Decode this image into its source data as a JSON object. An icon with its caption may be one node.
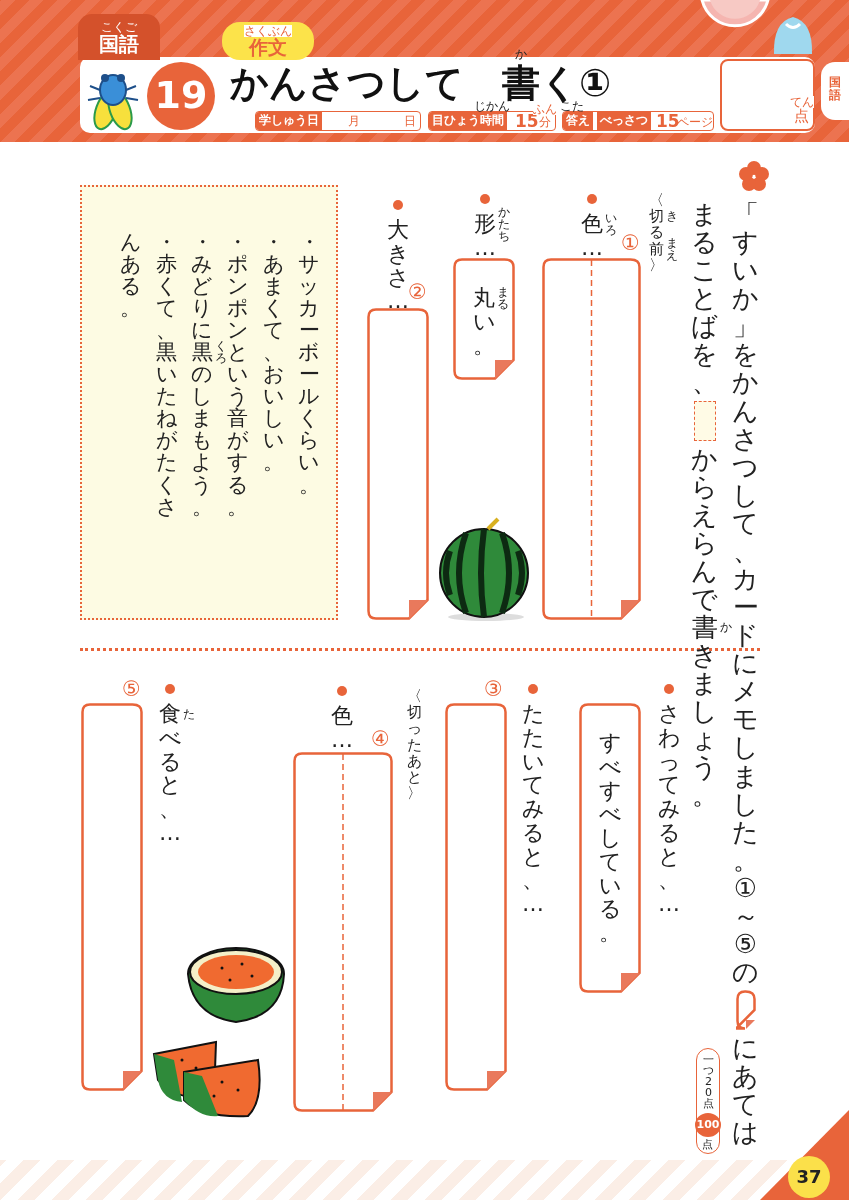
{
  "diagram": {
    "title": "かんさつして　書く①",
    "nodes": [
      {
        "text": [
          "国語"
        ]
      },
      {
        "text": [
          "作文"
        ]
      },
      {
        "text": [
          "19"
        ]
      },
      {
        "text": [
          "学しゅう日",
          "月",
          "日"
        ]
      },
      {
        "text": [
          "目ひょう時間",
          "15",
          "分"
        ]
      },
      {
        "text": [
          "答え",
          "べっさつ",
          "15",
          "ページ"
        ]
      },
      {
        "text": [
          "点"
        ]
      },
      {
        "text": [
          "国語"
        ]
      },
      {
        "text": [],
        "shape": "box",
        "beside": [
          "色…",
          "①"
        ]
      },
      {
        "text": [
          "丸い。"
        ],
        "beside": [
          "形…"
        ]
      },
      {
        "text": [],
        "shape": "box",
        "beside": [
          "大きさ…",
          "②"
        ]
      },
      {
        "text": [
          "・サッカーボールくらい。",
          "・あまくて、おいしい。",
          "・ポンポンという音がする。",
          "・みどりに黒のしまもよう。",
          "・赤くて、黒いたねがたくさんある。"
        ]
      },
      {
        "text": [
          "すべすべしている。"
        ],
        "beside": [
          "さわってみると、…"
        ]
      },
      {
        "text": [],
        "shape": "box",
        "beside": [
          "たたいてみると、…",
          "③"
        ]
      },
      {
        "text": [],
        "shape": "box",
        "beside": [
          "色…",
          "④"
        ]
      },
      {
        "text": [],
        "shape": "box",
        "beside": [
          "食べると、…",
          "⑤"
        ]
      },
      {
        "text": [
          "一つ20点",
          "100",
          "点"
        ]
      },
      {
        "text": [
          "37"
        ]
      }
    ],
    "labels": [
      "こくご",
      "さくぶん",
      "か",
      "じかん",
      "ふん",
      "こた",
      "てん",
      "「すいか」をかんさつして、カードにメモしました。①～⑤の",
      "にあてはまることばを、",
      "からえらんで書きましょう。",
      "か",
      "〈切る前〉",
      "き",
      "まえ",
      "いろ",
      "かたち",
      "まる",
      "くろ",
      "〈切ったあと〉",
      "た"
    ]
  }
}
